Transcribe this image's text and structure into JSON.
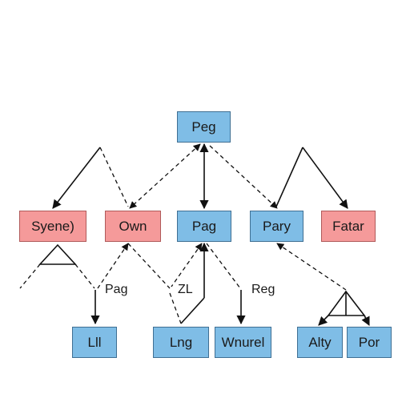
{
  "colors": {
    "blue_node": "#7fbde6",
    "red_node": "#f59a9a",
    "edge": "#111111"
  },
  "nodes": {
    "root": "Peg",
    "mid_1": "Syene)",
    "mid_2": "Own",
    "mid_3": "Pag",
    "mid_4": "Pary",
    "mid_5": "Fatar",
    "leaf_1": "Lll",
    "leaf_2": "Lng",
    "leaf_3": "Wnurel",
    "leaf_4": "Alty",
    "leaf_5": "Por"
  },
  "edge_labels": {
    "label_1": "Pag",
    "label_2": "ZL",
    "label_3": "Reg"
  }
}
